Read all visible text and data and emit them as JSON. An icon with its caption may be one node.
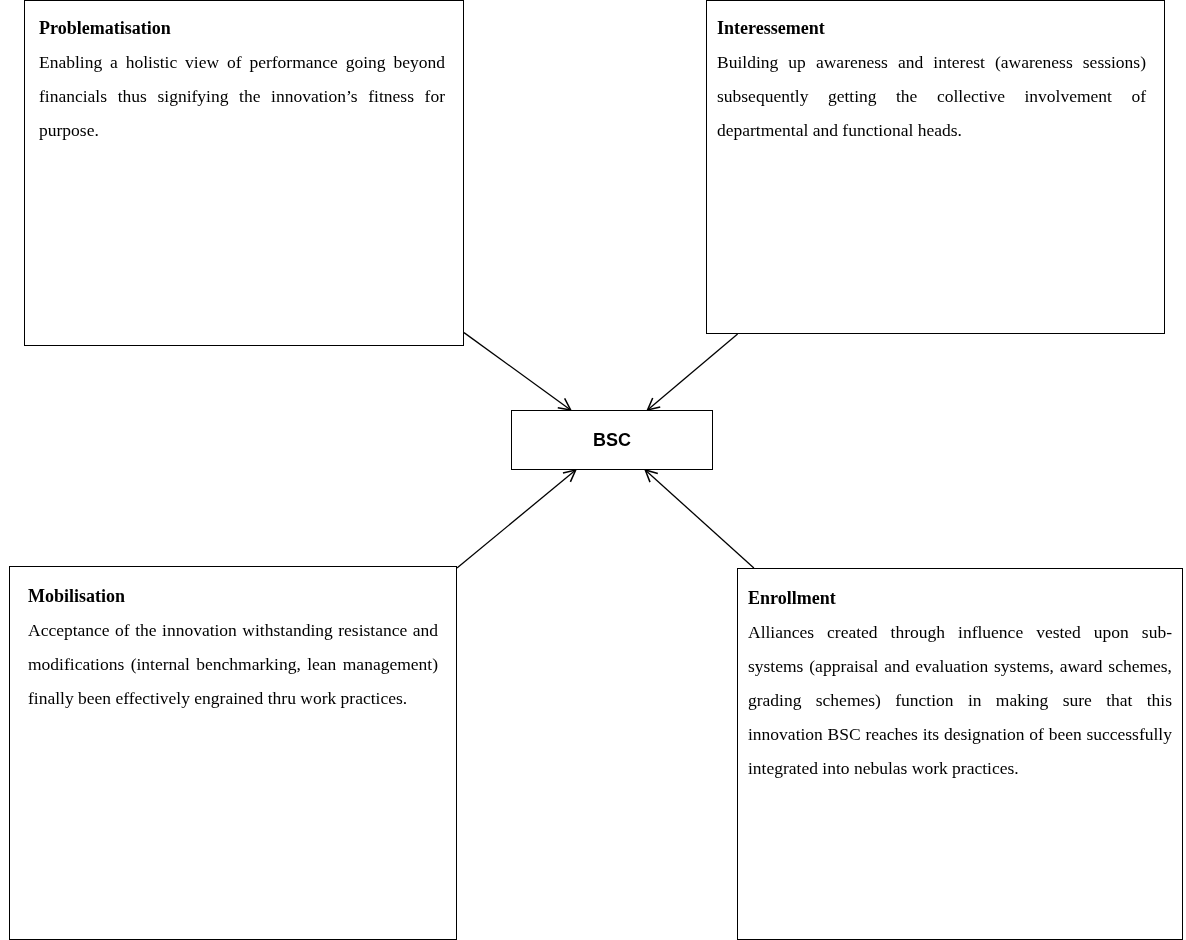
{
  "diagram": {
    "nodes": [
      {
        "text": [
          "Problematisation",
          "Enabling a holistic view of performance going beyond financials thus signifying the innovation’s fitness for purpose."
        ]
      },
      {
        "text": [
          "Interessement",
          "Building up awareness and interest (awareness sessions) subsequently getting the collective involvement of departmental and functional heads."
        ]
      },
      {
        "text": [
          "BSC"
        ]
      },
      {
        "text": [
          "Mobilisation",
          "Acceptance of the innovation withstanding resistance and modifications (internal benchmarking, lean management) finally been effectively engrained thru work practices."
        ]
      },
      {
        "text": [
          "Enrollment",
          "Alliances created through influence vested upon sub- systems (appraisal and evaluation systems, award schemes, grading schemes)  function in making sure that this innovation BSC reaches its designation of been successfully integrated into nebulas work practices."
        ]
      }
    ],
    "edges": [
      {
        "from": 0,
        "to": 2,
        "arrow": "to"
      },
      {
        "from": 1,
        "to": 2,
        "arrow": "to"
      },
      {
        "from": 3,
        "to": 2,
        "arrow": "to"
      },
      {
        "from": 4,
        "to": 2,
        "arrow": "to"
      }
    ]
  }
}
